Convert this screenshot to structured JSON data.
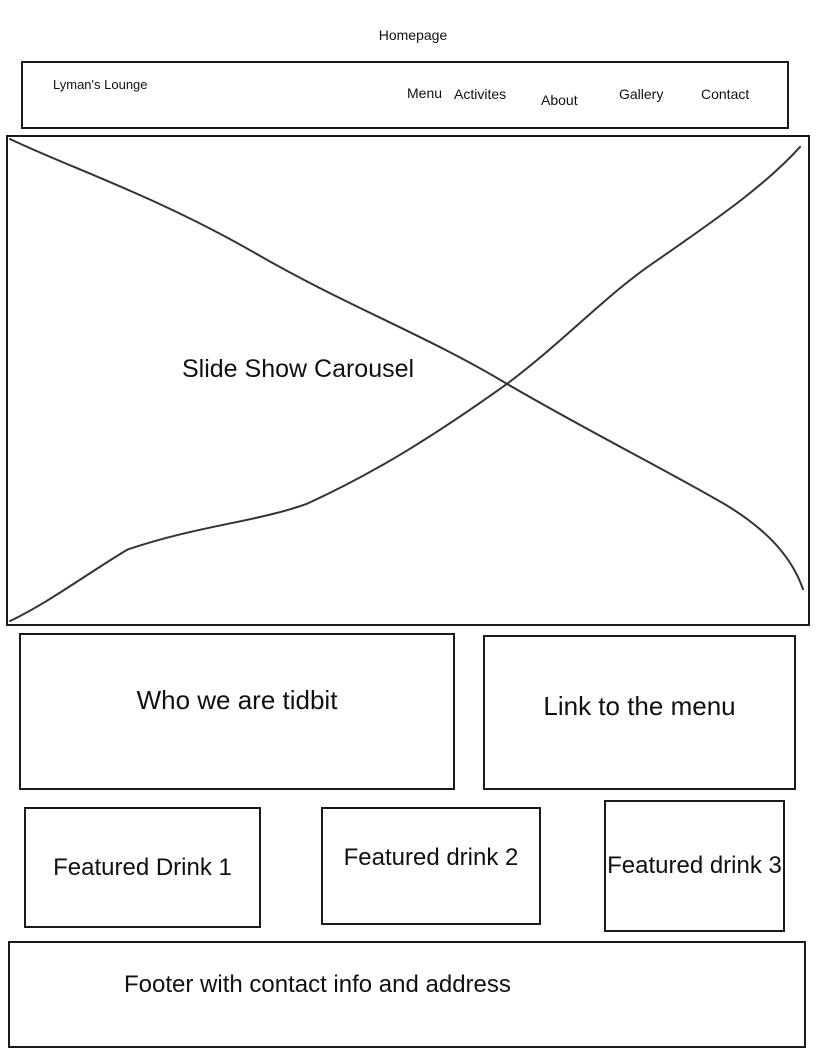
{
  "page": {
    "title": "Homepage"
  },
  "nav": {
    "brand": "Lyman's Lounge",
    "items": [
      {
        "label": "Menu"
      },
      {
        "label": "Activites"
      },
      {
        "label": "About"
      },
      {
        "label": "Gallery"
      },
      {
        "label": "Contact"
      }
    ]
  },
  "carousel": {
    "label": "Slide Show Carousel"
  },
  "sections": {
    "who_we_are": "Who we are tidbit",
    "menu_link": "Link to the menu"
  },
  "featured": [
    {
      "label": "Featured Drink 1"
    },
    {
      "label": "Featured drink 2"
    },
    {
      "label": "Featured drink 3"
    }
  ],
  "footer": {
    "label": "Footer with contact info and address"
  },
  "colors": {
    "stroke": "#1a1a1a",
    "background": "#ffffff"
  }
}
